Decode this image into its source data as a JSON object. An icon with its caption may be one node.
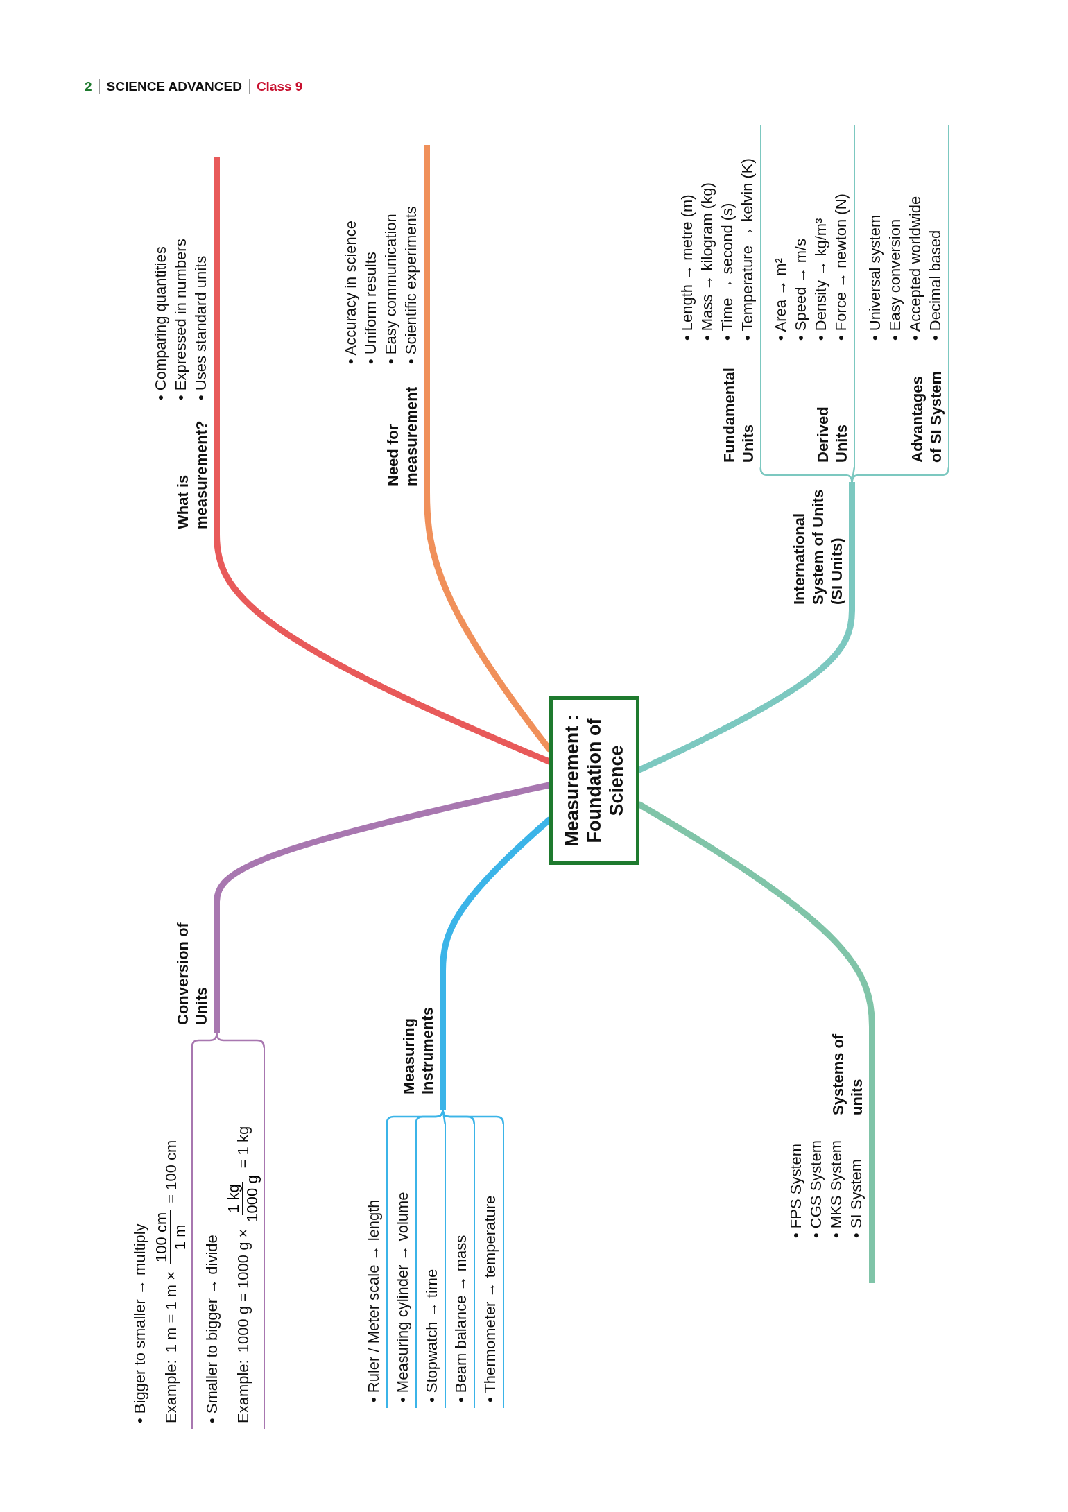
{
  "diagram": {
    "nodes": [
      {
        "text": [
          "Measurement : Foundation of Science"
        ]
      },
      {
        "text": [
          "What is measurement?",
          "• Comparing quantities",
          "• Expressed in numbers",
          "• Uses standard units"
        ]
      },
      {
        "text": [
          "Need for measurement",
          "• Accuracy in science",
          "• Uniform results",
          "• Easy communication",
          "• Scientific experiments"
        ]
      },
      {
        "text": [
          "International System of Units (SI Units)"
        ]
      },
      {
        "text": [
          "Fundamental Units",
          "• Length → metre (m)",
          "• Mass → kilogram (kg)",
          "• Time → second (s)",
          "• Temperature → kelvin (K)"
        ]
      },
      {
        "text": [
          "Derived Units",
          "• Area → m²",
          "• Speed → m/s",
          "• Density → kg/m³",
          "• Force → newton (N)"
        ]
      },
      {
        "text": [
          "Advantages of SI System",
          "• Universal system",
          "• Easy conversion",
          "• Accepted worldwide",
          "• Decimal based"
        ]
      },
      {
        "text": [
          "Systems of units",
          "• FPS System",
          "• CGS System",
          "• MKS System",
          "• SI System"
        ]
      },
      {
        "text": [
          "Measuring Instruments"
        ]
      },
      {
        "text": [
          "• Ruler / Meter scale → length"
        ]
      },
      {
        "text": [
          "• Measuring cylinder → volume"
        ]
      },
      {
        "text": [
          "• Stopwatch → time"
        ]
      },
      {
        "text": [
          "• Beam balance → mass"
        ]
      },
      {
        "text": [
          "• Thermometer → temperature"
        ]
      },
      {
        "text": [
          "Conversion of Units"
        ]
      },
      {
        "text": [
          "• Bigger to smaller → multiply",
          "Example:",
          "1 m = 1 m ×",
          "100 cm",
          "1 m",
          "= 100 cm"
        ]
      },
      {
        "text": [
          "• Smaller to bigger → divide",
          "Example:",
          "1000 g = 1000 g ×",
          "1 kg",
          "1000 g",
          "= 1 kg"
        ]
      }
    ],
    "edges": [
      {
        "from": 0,
        "to": 1,
        "arrow": "none",
        "style": "thick",
        "color": "#e85a5a"
      },
      {
        "from": 0,
        "to": 2,
        "arrow": "none",
        "style": "thick",
        "color": "#f0905a"
      },
      {
        "from": 0,
        "to": 3,
        "arrow": "none",
        "style": "thick",
        "color": "#7cc8c0"
      },
      {
        "from": 3,
        "to": 4,
        "arrow": "none",
        "color": "#7cc8c0"
      },
      {
        "from": 3,
        "to": 5,
        "arrow": "none",
        "color": "#7cc8c0"
      },
      {
        "from": 3,
        "to": 6,
        "arrow": "none",
        "color": "#7cc8c0"
      },
      {
        "from": 0,
        "to": 7,
        "arrow": "none",
        "style": "thick",
        "color": "#80c4a8"
      },
      {
        "from": 0,
        "to": 8,
        "arrow": "none",
        "style": "thick",
        "color": "#3bb4e8"
      },
      {
        "from": 8,
        "to": 9,
        "arrow": "none",
        "color": "#3bb4e8"
      },
      {
        "from": 8,
        "to": 10,
        "arrow": "none",
        "color": "#3bb4e8"
      },
      {
        "from": 8,
        "to": 11,
        "arrow": "none",
        "color": "#3bb4e8"
      },
      {
        "from": 8,
        "to": 12,
        "arrow": "none",
        "color": "#3bb4e8"
      },
      {
        "from": 8,
        "to": 13,
        "arrow": "none",
        "color": "#3bb4e8"
      },
      {
        "from": 0,
        "to": 14,
        "arrow": "none",
        "style": "thick",
        "color": "#a877b0"
      },
      {
        "from": 14,
        "to": 15,
        "arrow": "none",
        "color": "#a877b0"
      },
      {
        "from": 14,
        "to": 16,
        "arrow": "none",
        "color": "#a877b0"
      }
    ],
    "labels": [
      "2",
      "SCIENCE ADVANCED",
      "Class 9"
    ]
  }
}
